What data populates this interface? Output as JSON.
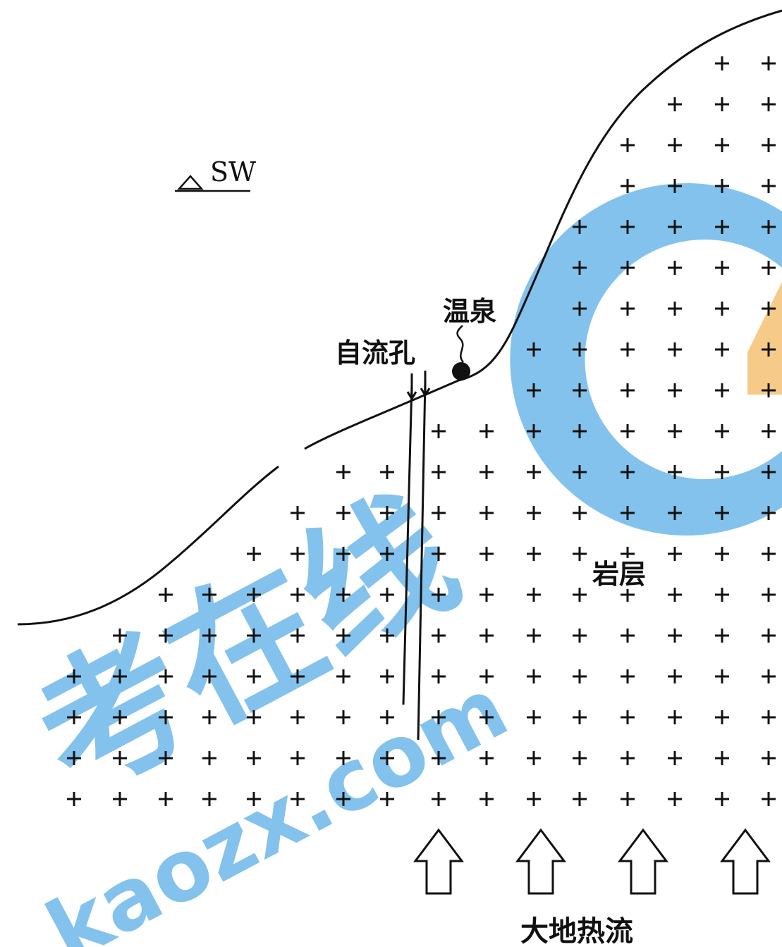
{
  "labels": {
    "sw": "SW",
    "hot_spring": "温泉",
    "flowing_well": "自流孔",
    "rock_layer": "岩层",
    "heat_flow": "大地热流"
  },
  "watermark": {
    "text": "考在线",
    "url_text": "kaozx.com",
    "color": "#5aaee6",
    "accent": "#f3b860"
  },
  "colors": {
    "ink": "#111111",
    "background": "#ffffff"
  },
  "icons": [
    "water-level-icon",
    "hot-spring-icon",
    "heat-flow-arrow-icon",
    "plus-icon"
  ]
}
